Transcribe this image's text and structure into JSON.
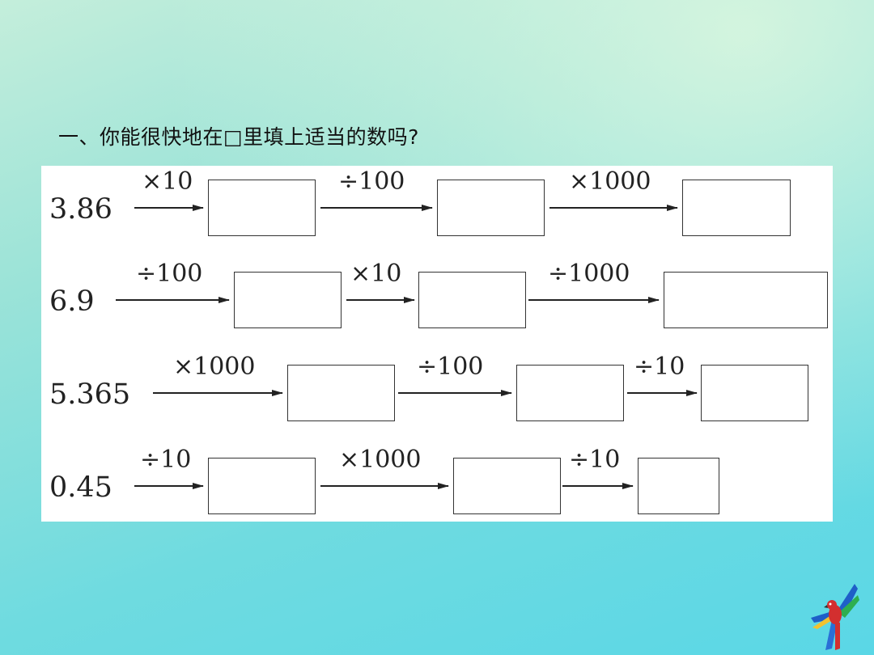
{
  "question": "一、你能很快地在□里填上适当的数吗?",
  "rows": [
    {
      "start": "3.86",
      "ops": [
        "×10",
        "÷100",
        "×1000"
      ]
    },
    {
      "start": "6.9",
      "ops": [
        "÷100",
        "×10",
        "÷1000"
      ]
    },
    {
      "start": "5.365",
      "ops": [
        "×1000",
        "÷100",
        "÷10"
      ]
    },
    {
      "start": "0.45",
      "ops": [
        "÷10",
        "×1000",
        "÷10"
      ]
    }
  ],
  "icons": {
    "logo": "parrot-icon",
    "arrow": "right-arrow-icon"
  }
}
